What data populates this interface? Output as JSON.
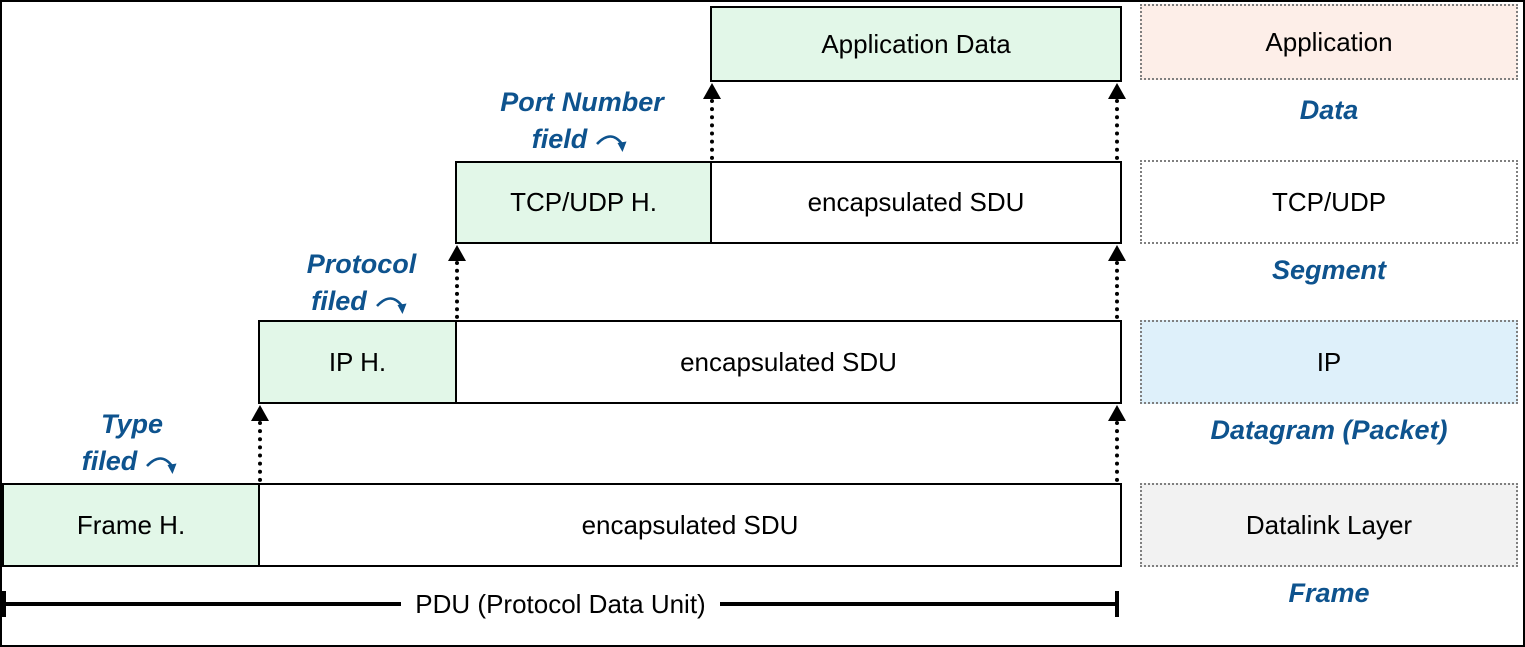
{
  "layers": {
    "application": {
      "label": "Application Data"
    },
    "transport": {
      "header": "TCP/UDP H.",
      "sdu": "encapsulated SDU"
    },
    "network": {
      "header": "IP H.",
      "sdu": "encapsulated SDU"
    },
    "datalink": {
      "header": "Frame H.",
      "sdu": "encapsulated SDU"
    }
  },
  "annotations": {
    "port": {
      "line1": "Port Number",
      "line2": "field"
    },
    "protocol": {
      "line1": "Protocol",
      "line2": "filed"
    },
    "type": {
      "line1": "Type",
      "line2": "filed"
    }
  },
  "pdu": {
    "label": "PDU (Protocol Data Unit)"
  },
  "right_column": {
    "items": [
      {
        "box": "Application",
        "pdu_name": "Data"
      },
      {
        "box": "TCP/UDP",
        "pdu_name": "Segment"
      },
      {
        "box": "IP",
        "pdu_name": "Datagram (Packet)"
      },
      {
        "box": "Datalink Layer",
        "pdu_name": "Frame"
      }
    ]
  },
  "colors": {
    "header_green": "#e2f7e8",
    "application_pink": "#fdeee8",
    "ip_blue": "#def0fa",
    "datalink_gray": "#f2f2f2",
    "annotation_blue": "#0e538e",
    "line_black": "#000000",
    "dotted_border_gray": "#7f7f7f"
  }
}
